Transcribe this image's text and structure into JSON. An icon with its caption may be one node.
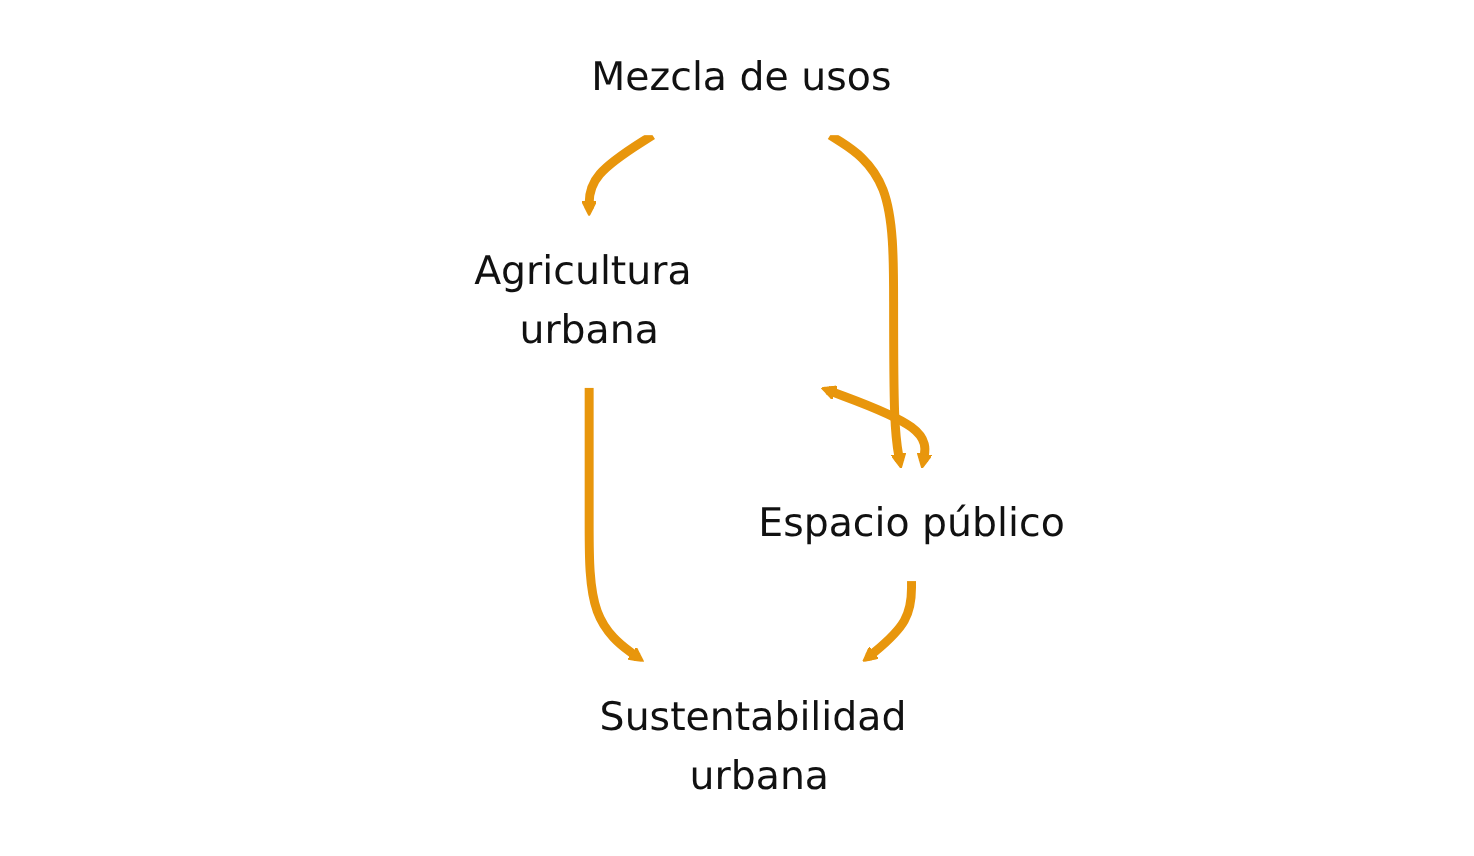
{
  "diagram": {
    "nodes": [
      {
        "text": [
          "Mezcla de usos"
        ]
      },
      {
        "text": [
          "Agricultura urbana"
        ]
      },
      {
        "text": [
          "Espacio público"
        ]
      },
      {
        "text": [
          "Sustentabilidad urbana"
        ]
      }
    ],
    "edges": [
      {
        "from": 0,
        "to": 1,
        "arrow": "to"
      },
      {
        "from": 0,
        "to": 2,
        "arrow": "to"
      },
      {
        "from": 1,
        "to": 2,
        "arrow": "both"
      },
      {
        "from": 1,
        "to": 3,
        "arrow": "to"
      },
      {
        "from": 2,
        "to": 3,
        "arrow": "to"
      }
    ]
  }
}
